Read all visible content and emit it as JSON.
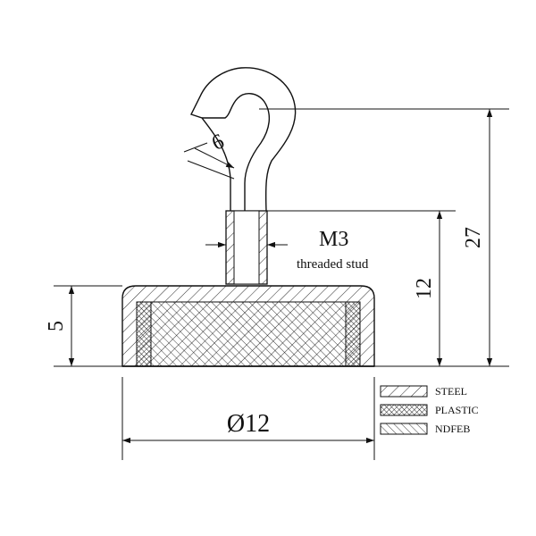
{
  "dimensions": {
    "hook_thickness": "6",
    "thread_size": "M3",
    "thread_note": "threaded stud",
    "stud_height": "12",
    "total_height": "27",
    "base_height": "5",
    "diameter": "Ø12"
  },
  "legend": [
    {
      "label": "STEEL",
      "pattern": "steel"
    },
    {
      "label": "PLASTIC",
      "pattern": "plastic"
    },
    {
      "label": "NDFEB",
      "pattern": "ndfeb"
    }
  ]
}
